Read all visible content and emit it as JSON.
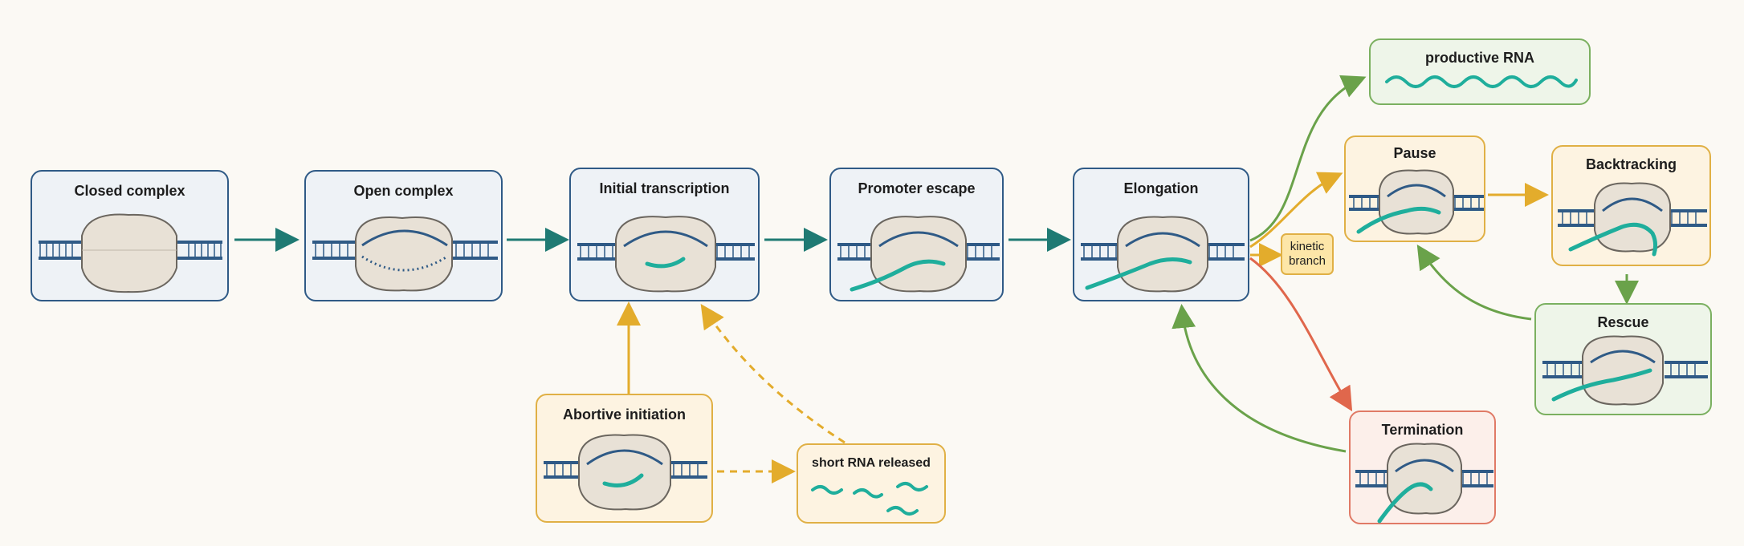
{
  "nodes": {
    "closed_complex": "Closed complex",
    "open_complex": "Open complex",
    "initial_transcription": "Initial transcription",
    "promoter_escape": "Promoter escape",
    "elongation": "Elongation",
    "abortive_initiation": "Abortive initiation",
    "short_rna_released": "short RNA released",
    "productive_rna": "productive RNA",
    "pause": "Pause",
    "backtracking": "Backtracking",
    "rescue": "Rescue",
    "termination": "Termination",
    "kinetic_branch": "kinetic branch"
  },
  "colors": {
    "main_arrow": "#1f7a73",
    "abortive_arrow": "#e3ac2c",
    "productive_arrow": "#6aa24a",
    "termination_arrow": "#e0674c",
    "rna": "#1fae9c",
    "dna": "#2f5a86",
    "polymerase": "#e8e1d6"
  }
}
